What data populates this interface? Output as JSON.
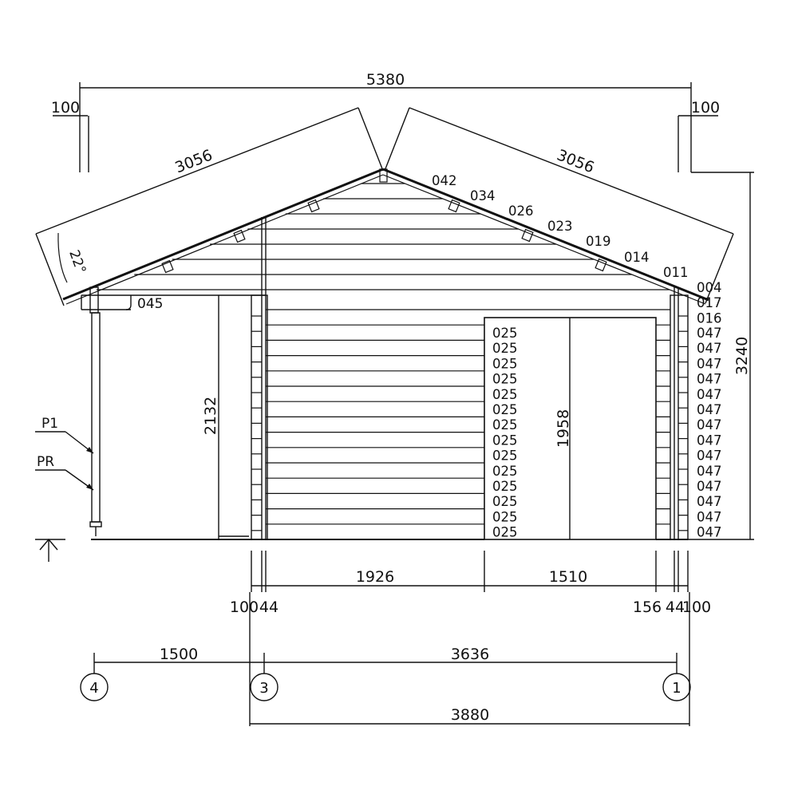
{
  "dimensions": {
    "total_width": "5380",
    "overhang_left": "100",
    "overhang_right": "100",
    "rafter_left": "3056",
    "rafter_right": "3056",
    "roof_angle": "22°",
    "height_total": "3240",
    "porch_height": "2132",
    "door_height": "1958",
    "wall_segment_a": "1926",
    "wall_segment_b": "1510",
    "bottom_left_ends": "100",
    "bottom_left_44": "44",
    "bottom_right_ends": "156",
    "bottom_right_44": "44",
    "bottom_right_100": "100",
    "axis_span_left": "1500",
    "axis_span_right": "3636",
    "overall_base": "3880"
  },
  "gable_labels": [
    "042",
    "034",
    "026",
    "023",
    "019",
    "014",
    "011"
  ],
  "side_labels": {
    "top": [
      "004",
      "017",
      "016"
    ],
    "repeat": "047",
    "repeat_count": 14
  },
  "door_labels": {
    "repeat": "025",
    "repeat_count": 14
  },
  "beam_label": "045",
  "leaders": {
    "p1": "P1",
    "pr": "PR"
  },
  "axes": [
    "4",
    "3",
    "1"
  ]
}
